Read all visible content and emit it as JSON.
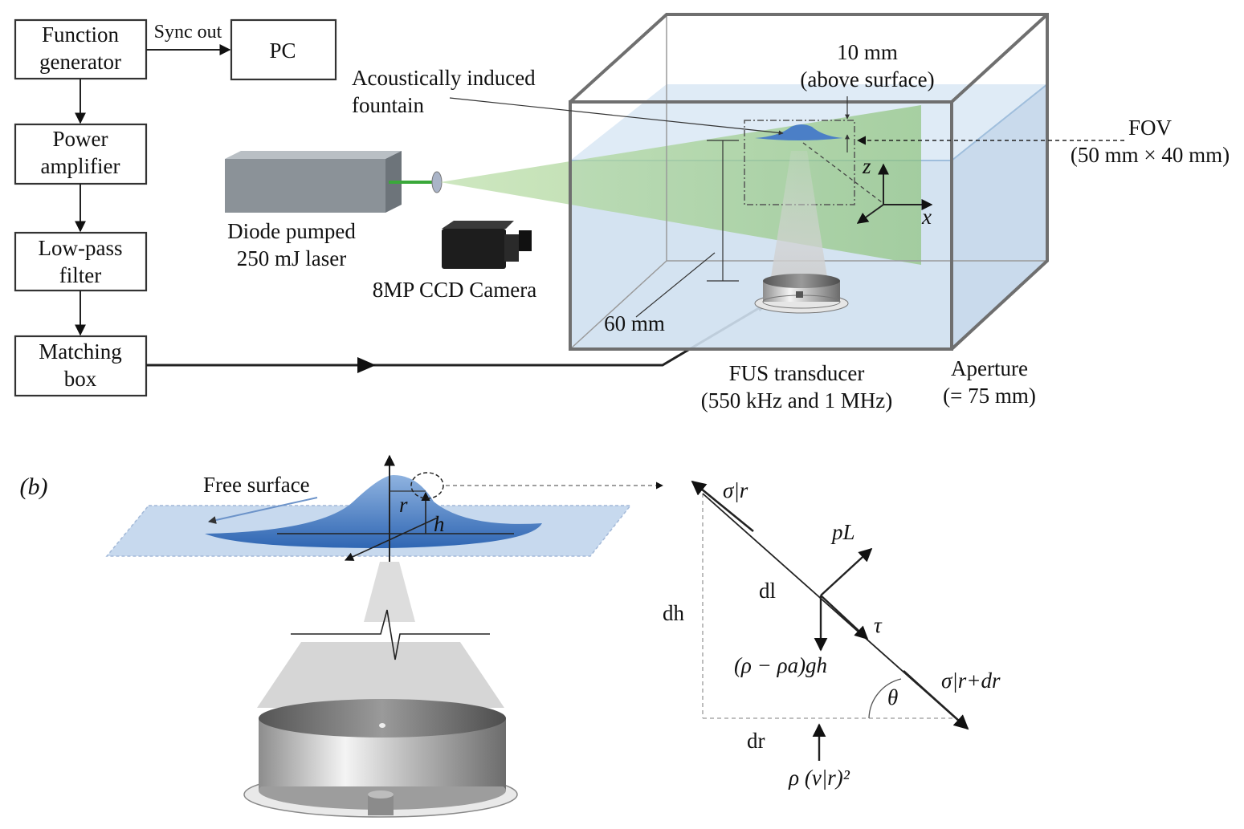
{
  "panel_a": {
    "blocks": {
      "function_generator": "Function\ngenerator",
      "pc": "PC",
      "power_amplifier": "Power\namplifier",
      "low_pass_filter": "Low-pass\nfilter",
      "matching_box": "Matching\nbox"
    },
    "sync_out": "Sync out",
    "laser": "Diode pumped\n250 mJ laser",
    "camera": "8MP CCD Camera",
    "fountain": "Acoustically induced\nfountain",
    "above_surface": "10 mm\n(above surface)",
    "fov": "FOV\n(50 mm × 40 mm)",
    "depth": "60 mm",
    "transducer": "FUS transducer\n(550 kHz and 1 MHz)",
    "aperture": "Aperture\n(= 75 mm)",
    "axis_z": "z",
    "axis_x": "x"
  },
  "panel_b": {
    "tag": "(b)",
    "free_surface": "Free surface",
    "r": "r",
    "h": "h",
    "sigma_r": "σ|r",
    "sigma_rdr": "σ|r+dr",
    "pL": "pL",
    "dl": "dl",
    "dh": "dh",
    "dr": "dr",
    "tau": "τ",
    "theta": "θ",
    "gravity": "(ρ − ρa)gh",
    "momentum": "ρ (v|r)²"
  },
  "colors": {
    "water": "#cfe0f0",
    "water_edge": "#9fbedc",
    "laser_sheet": "#a7cf8f",
    "fountain": "#4b7fc7",
    "laser_beam": "#3aa83a",
    "tank_frame": "#6f6f6f"
  }
}
